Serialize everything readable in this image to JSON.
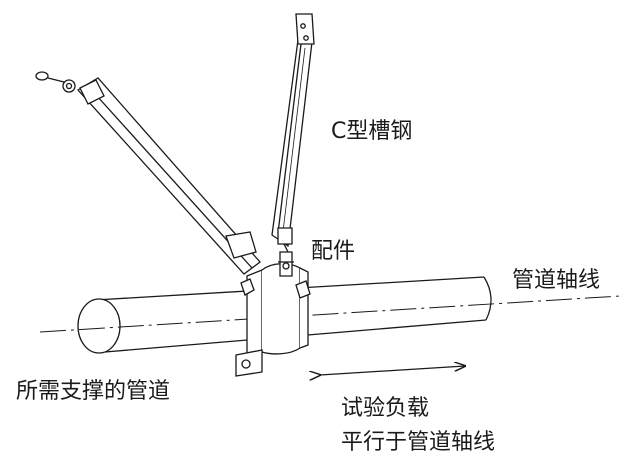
{
  "labels": {
    "c_channel": "C型槽钢",
    "fitting": "配件",
    "pipe_axis": "管道轴线",
    "pipe_to_support": "所需支撑的管道",
    "test_load_line1": "试验负载",
    "test_load_line2": "平行于管道轴线",
    "test_load_line3": ""
  },
  "colors": {
    "ink": "#1a1a1a",
    "background": "#ffffff"
  }
}
